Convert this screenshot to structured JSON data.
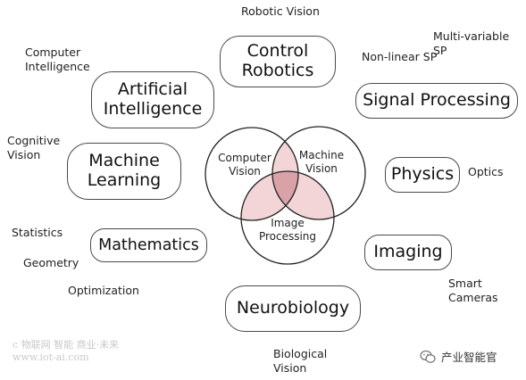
{
  "diagram": {
    "pills": [
      {
        "id": "control-robotics",
        "text": "Control\nRobotics"
      },
      {
        "id": "artificial-intelligence",
        "text": "Artificial\nIntelligence"
      },
      {
        "id": "signal-processing",
        "text": "Signal Processing"
      },
      {
        "id": "machine-learning",
        "text": "Machine\nLearning"
      },
      {
        "id": "physics",
        "text": "Physics"
      },
      {
        "id": "mathematics",
        "text": "Mathematics"
      },
      {
        "id": "imaging",
        "text": "Imaging"
      },
      {
        "id": "neurobiology",
        "text": "Neurobiology"
      }
    ],
    "labels": [
      {
        "id": "robotic-vision",
        "text": "Robotic Vision"
      },
      {
        "id": "multi-variable-sp",
        "text": "Multi-variable SP"
      },
      {
        "id": "computer-intelligence",
        "text": "Computer\nIntelligence"
      },
      {
        "id": "non-linear-sp",
        "text": "Non-linear SP"
      },
      {
        "id": "cognitive-vision",
        "text": "Cognitive\nVision"
      },
      {
        "id": "optics",
        "text": "Optics"
      },
      {
        "id": "statistics",
        "text": "Statistics"
      },
      {
        "id": "geometry",
        "text": "Geometry"
      },
      {
        "id": "optimization",
        "text": "Optimization"
      },
      {
        "id": "smart-cameras",
        "text": "Smart\nCameras"
      },
      {
        "id": "biological-vision",
        "text": "Biological\nVision"
      }
    ],
    "venn": {
      "computer_vision": "Computer\nVision",
      "machine_vision": "Machine\nVision",
      "image_processing": "Image\nProcessing",
      "overlap_color": "#f3d5d7",
      "center_color": "#d9a2a9"
    },
    "watermark": "c 物联网  智能 商业·未来\nwww.iot-ai.com",
    "brand": "产业智能官"
  }
}
